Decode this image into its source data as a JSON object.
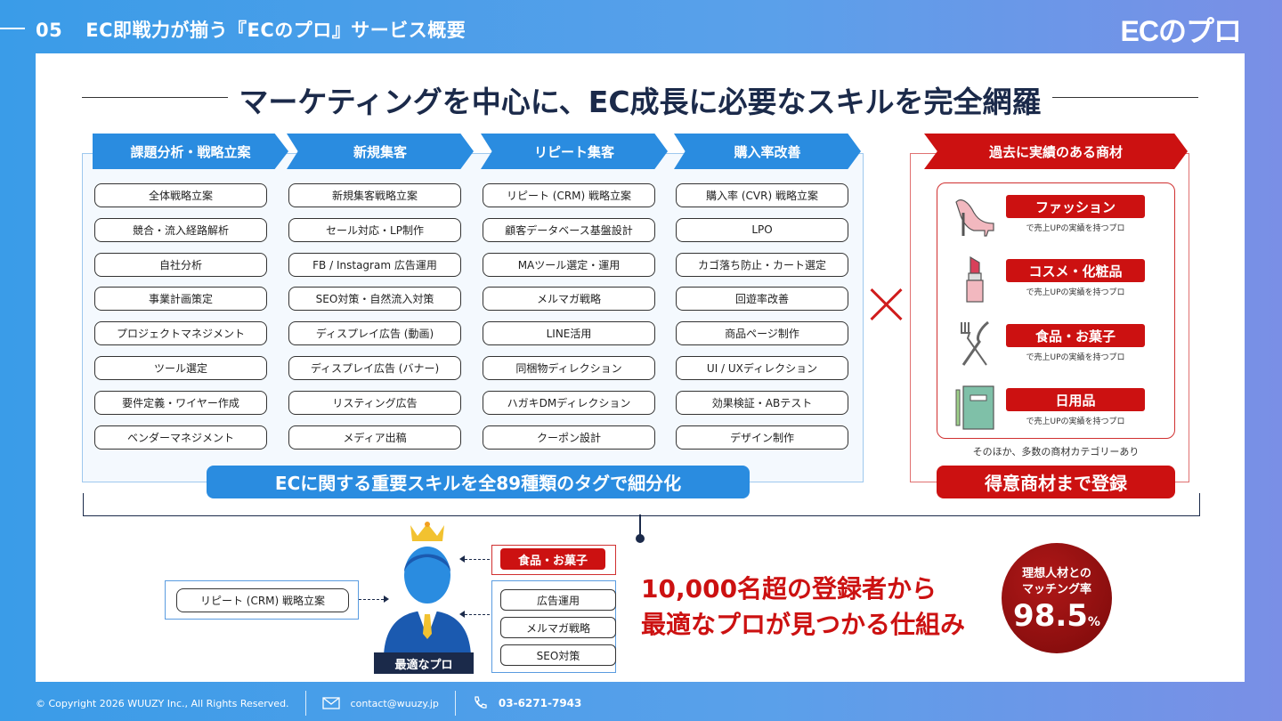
{
  "header": {
    "number": "05",
    "title": "EC即戦力が揃う『ECのプロ』サービス概要",
    "logo": "ECのプロ"
  },
  "main_title": "マーケティングを中心に、EC成長に必要なスキルを完全網羅",
  "columns": [
    {
      "title": "課題分析・戦略立案",
      "tags": [
        "全体戦略立案",
        "競合・流入経路解析",
        "自社分析",
        "事業計画策定",
        "プロジェクトマネジメント",
        "ツール選定",
        "要件定義・ワイヤー作成",
        "ベンダーマネジメント"
      ]
    },
    {
      "title": "新規集客",
      "tags": [
        "新規集客戦略立案",
        "セール対応・LP制作",
        "FB / Instagram 広告運用",
        "SEO対策・自然流入対策",
        "ディスプレイ広告 (動画)",
        "ディスプレイ広告 (バナー)",
        "リスティング広告",
        "メディア出稿"
      ]
    },
    {
      "title": "リピート集客",
      "tags": [
        "リピート (CRM) 戦略立案",
        "顧客データベース基盤設計",
        "MAツール選定・運用",
        "メルマガ戦略",
        "LINE活用",
        "同梱物ディレクション",
        "ハガキDMディレクション",
        "クーポン設計"
      ]
    },
    {
      "title": "購入率改善",
      "tags": [
        "購入率 (CVR) 戦略立案",
        "LPO",
        "カゴ落ち防止・カート選定",
        "回遊率改善",
        "商品ページ制作",
        "UI / UXディレクション",
        "効果検証・ABテスト",
        "デザイン制作"
      ]
    }
  ],
  "skills_banner": "ECに関する重要スキルを全89種類のタグで細分化",
  "products": {
    "title": "過去に実績のある商材",
    "items": [
      {
        "label": "ファッション",
        "sub": "で売上UPの実績を持つプロ",
        "icon": "high-heel-icon"
      },
      {
        "label": "コスメ・化粧品",
        "sub": "で売上UPの実績を持つプロ",
        "icon": "lipstick-icon"
      },
      {
        "label": "食品・お菓子",
        "sub": "で売上UPの実績を持つプロ",
        "icon": "fork-knife-icon"
      },
      {
        "label": "日用品",
        "sub": "で売上UPの実績を持つプロ",
        "icon": "notebook-icon"
      }
    ],
    "note": "そのほか、多数の商材カテゴリーあり",
    "banner": "得意商材まで登録"
  },
  "match": {
    "left_skill": "リピート (CRM) 戦略立案",
    "food_tag": "食品・お菓子",
    "right_skills": [
      "広告運用",
      "メルマガ戦略",
      "SEO対策"
    ],
    "person_label": "最適なプロ",
    "headline_1": "10,000名超の登録者から",
    "headline_2": "最適なプロが見つかる仕組み",
    "rate_label_1": "理想人材との",
    "rate_label_2": "マッチング率",
    "rate_value": "98.5",
    "rate_unit": "%"
  },
  "footer": {
    "copyright": "© Copyright  2026 WUUZY Inc., All Rights Reserved.",
    "email": "contact@wuuzy.jp",
    "phone": "03-6271-7943"
  },
  "colors": {
    "blue": "#2a8ce0",
    "red": "#cc1111",
    "navy": "#1b2a4a"
  }
}
